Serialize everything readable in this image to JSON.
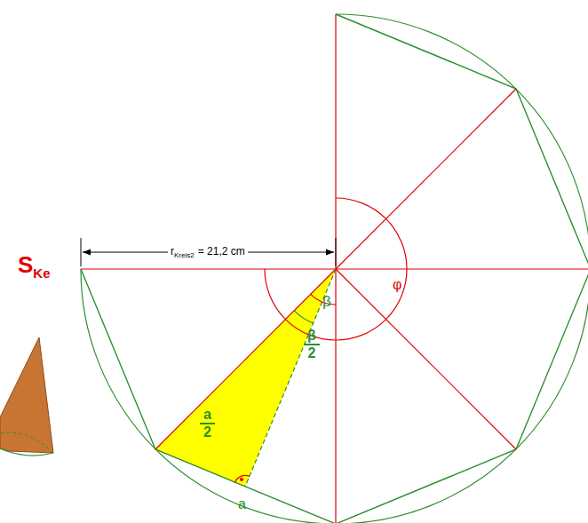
{
  "diagram": {
    "labels": [
      "S",
      "Ke",
      "r",
      "Kreis2",
      "= 21,2 cm",
      "β",
      "β",
      "2",
      "a",
      "2",
      "a",
      "φ"
    ]
  }
}
